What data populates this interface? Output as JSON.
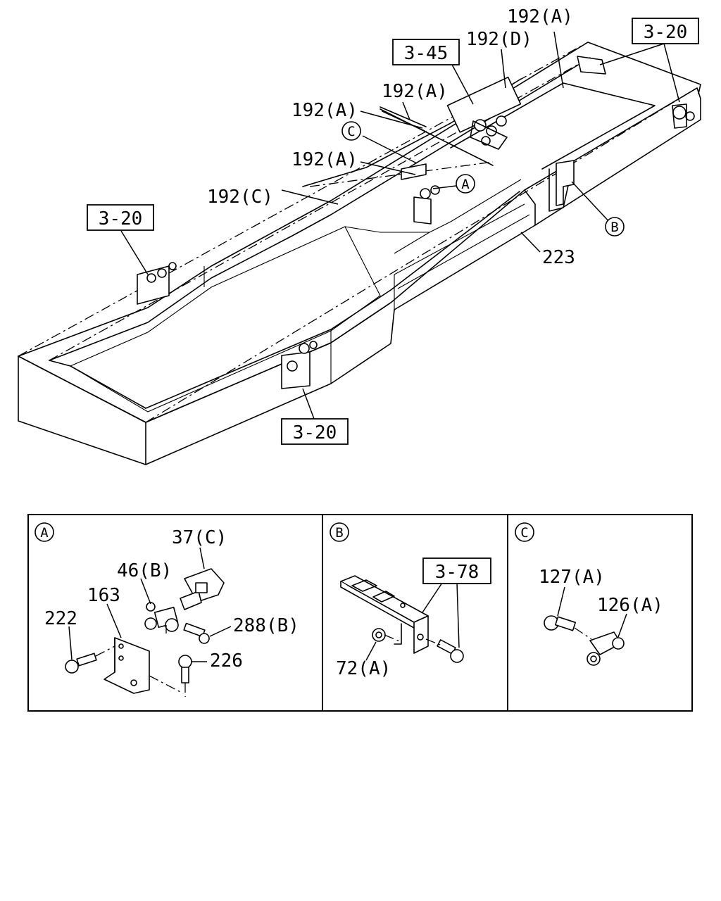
{
  "diagram": {
    "main_labels": {
      "a_top": "192(A)",
      "d": "192(D)",
      "a_mid1": "192(A)",
      "a_mid2": "192(A)",
      "a_mid3": "192(A)",
      "c": "192(C)",
      "frame": "223"
    },
    "ref_boxes": {
      "top_right": "3-20",
      "top_center": "3-45",
      "left": "3-20",
      "bottom": "3-20",
      "detail_b": "3-78"
    },
    "callouts": {
      "a": "A",
      "b": "B",
      "c": "C"
    },
    "detail_a": {
      "marker": "A",
      "labels": {
        "p37c": "37(C)",
        "p46b": "46(B)",
        "p163": "163",
        "p222": "222",
        "p288b": "288(B)",
        "p226": "226"
      }
    },
    "detail_b": {
      "marker": "B",
      "labels": {
        "p72a": "72(A)"
      }
    },
    "detail_c": {
      "marker": "C",
      "labels": {
        "p127a": "127(A)",
        "p126a": "126(A)"
      }
    }
  }
}
